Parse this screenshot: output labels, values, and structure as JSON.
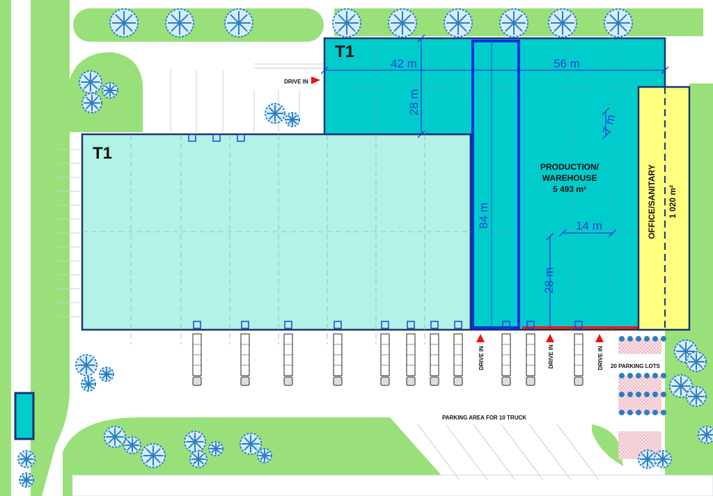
{
  "buildings": {
    "t1_label_left": "T1",
    "t1_label_top": "T1",
    "production_title_1": "PRODUCTION/",
    "production_title_2": "WAREHOUSE",
    "production_area": "5 493 m²",
    "office_title": "OFFICE/SANITARY",
    "office_area": "1 020 m²"
  },
  "dimensions": {
    "width_42": "42 m",
    "width_56": "56 m",
    "depth_28_top": "28 m",
    "depth_84": "84 m",
    "span_7": "7 m",
    "span_14": "14 m",
    "depth_28_bottom": "28 m"
  },
  "site": {
    "drive_in_top": "DRIVE IN",
    "drive_in_1": "DRIVE IN",
    "drive_in_2": "DRIVE IN",
    "drive_in_3": "DRIVE IN",
    "parking_lots": "20 PARKING LOTS",
    "truck_parking": "PARKING AREA FOR 10 TRUCK"
  },
  "colors": {
    "grass": "#99e07a",
    "t1_fill": "#b3f2e6",
    "production_fill": "#00cccc",
    "office_fill": "#ffff80",
    "outline": "#1a3370",
    "dimension_blue": "#1f3fd6",
    "arrow_red": "#ee1111",
    "tree_blue": "#2a7fc0"
  }
}
